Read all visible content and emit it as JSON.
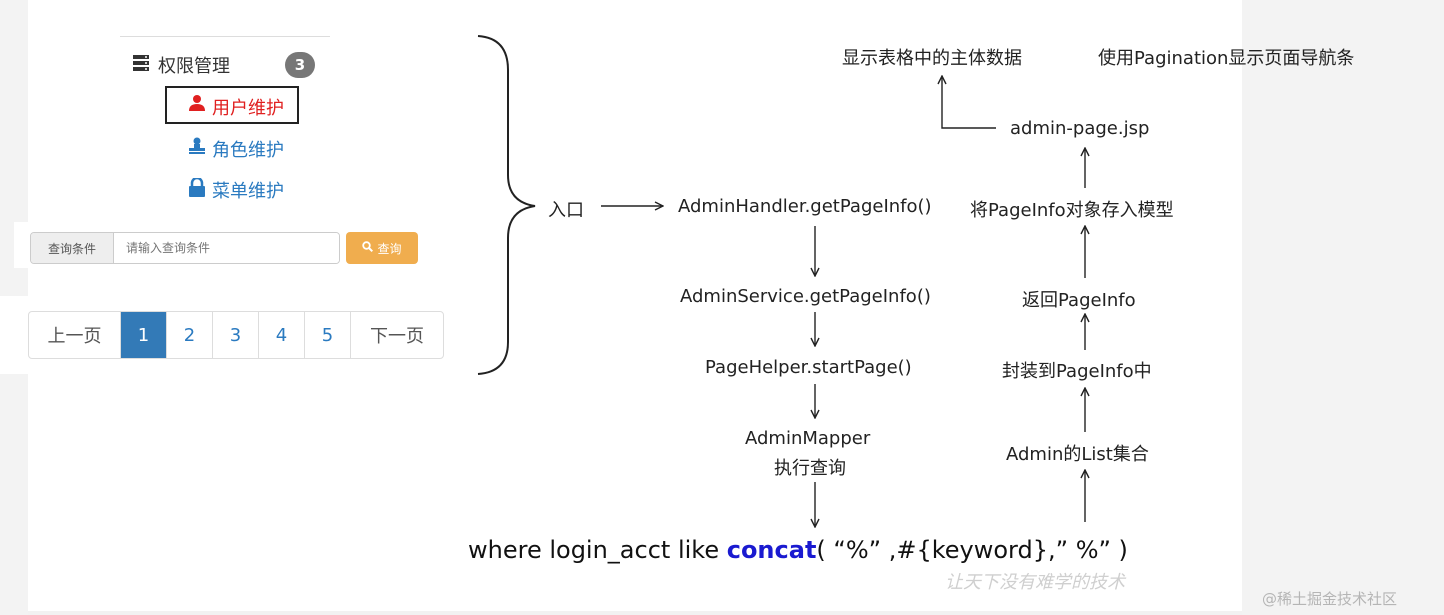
{
  "sidebar": {
    "menu_title": "权限管理",
    "badge": "3",
    "items": [
      {
        "label": "用户维护",
        "icon": "user-icon"
      },
      {
        "label": "角色维护",
        "icon": "role-icon"
      },
      {
        "label": "菜单维护",
        "icon": "lock-icon"
      }
    ]
  },
  "search": {
    "addon_label": "查询条件",
    "placeholder": "请输入查询条件",
    "button_label": "查询"
  },
  "pagination": {
    "prev": "上一页",
    "pages": [
      "1",
      "2",
      "3",
      "4",
      "5"
    ],
    "active_page": "1",
    "next": "下一页"
  },
  "diagram": {
    "entry": "入口",
    "handler": "AdminHandler.getPageInfo()",
    "service": "AdminService.getPageInfo()",
    "pagehelper": "PageHelper.startPage()",
    "mapper_line1": "AdminMapper",
    "mapper_line2": "执行查询",
    "admin_list": "Admin的List集合",
    "wrap_pageinfo": "封装到PageInfo中",
    "return_pageinfo": "返回PageInfo",
    "store_model": "将PageInfo对象存入模型",
    "jsp": "admin-page.jsp",
    "show_table": "显示表格中的主体数据",
    "show_nav": "使用Pagination显示页面导航条"
  },
  "sql": {
    "prefix": "where login_acct like ",
    "keyword": "concat",
    "suffix": "( “%” ,#{keyword},” %” )"
  },
  "watermark": {
    "handwritten": "让天下没有难学的技术",
    "site": "@稀土掘金技术社区"
  },
  "colors": {
    "accent_blue": "#337ab7",
    "warning": "#f0ad4e",
    "active_red": "#e02020",
    "keyword_blue": "#1a1ad0"
  }
}
